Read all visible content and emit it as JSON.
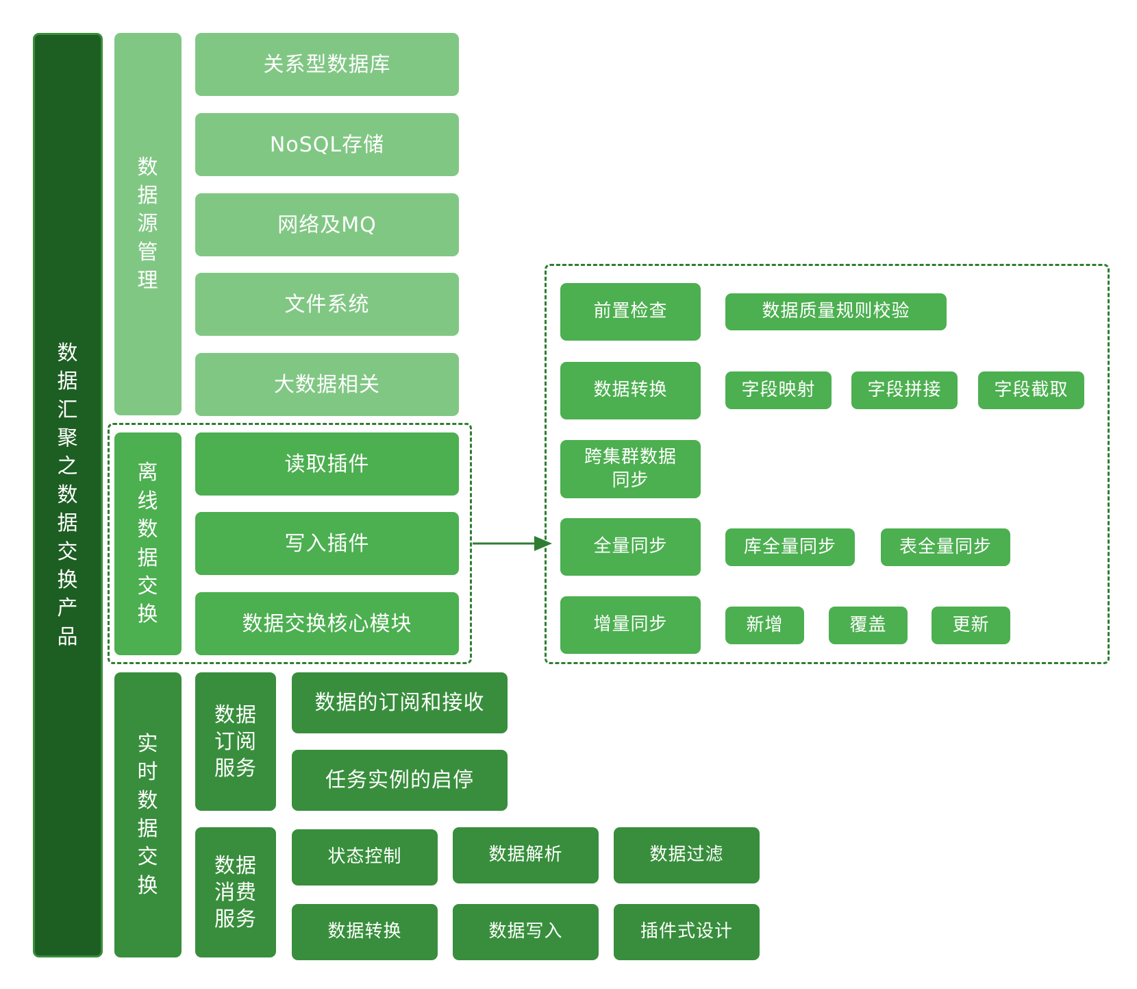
{
  "root": {
    "label": "数据汇聚之数据交换产品"
  },
  "source_management": {
    "label": "数据源管理",
    "items": [
      "关系型数据库",
      "NoSQL存储",
      "网络及MQ",
      "文件系统",
      "大数据相关"
    ]
  },
  "offline_exchange": {
    "label": "离线数据交换",
    "items": [
      "读取插件",
      "写入插件",
      "数据交换核心模块"
    ]
  },
  "realtime_exchange": {
    "label": "实时数据交换",
    "subscription": {
      "label": "数据订阅服务",
      "items": [
        "数据的订阅和接收",
        "任务实例的启停"
      ]
    },
    "consumption": {
      "label": "数据消费服务",
      "items": [
        "状态控制",
        "数据解析",
        "数据过滤",
        "数据转换",
        "数据写入",
        "插件式设计"
      ]
    }
  },
  "core_detail": {
    "rows": [
      {
        "label": "前置检查",
        "children": [
          "数据质量规则校验"
        ]
      },
      {
        "label": "数据转换",
        "children": [
          "字段映射",
          "字段拼接",
          "字段截取"
        ]
      },
      {
        "label": "跨集群数据同步",
        "children": []
      },
      {
        "label": "全量同步",
        "children": [
          "库全量同步",
          "表全量同步"
        ]
      },
      {
        "label": "增量同步",
        "children": [
          "新增",
          "覆盖",
          "更新"
        ]
      }
    ]
  },
  "colors": {
    "dark": "#1d5e22",
    "light": "#81c784",
    "mid": "#4caf50",
    "real": "#388e3c",
    "dash": "#2e7d32"
  }
}
